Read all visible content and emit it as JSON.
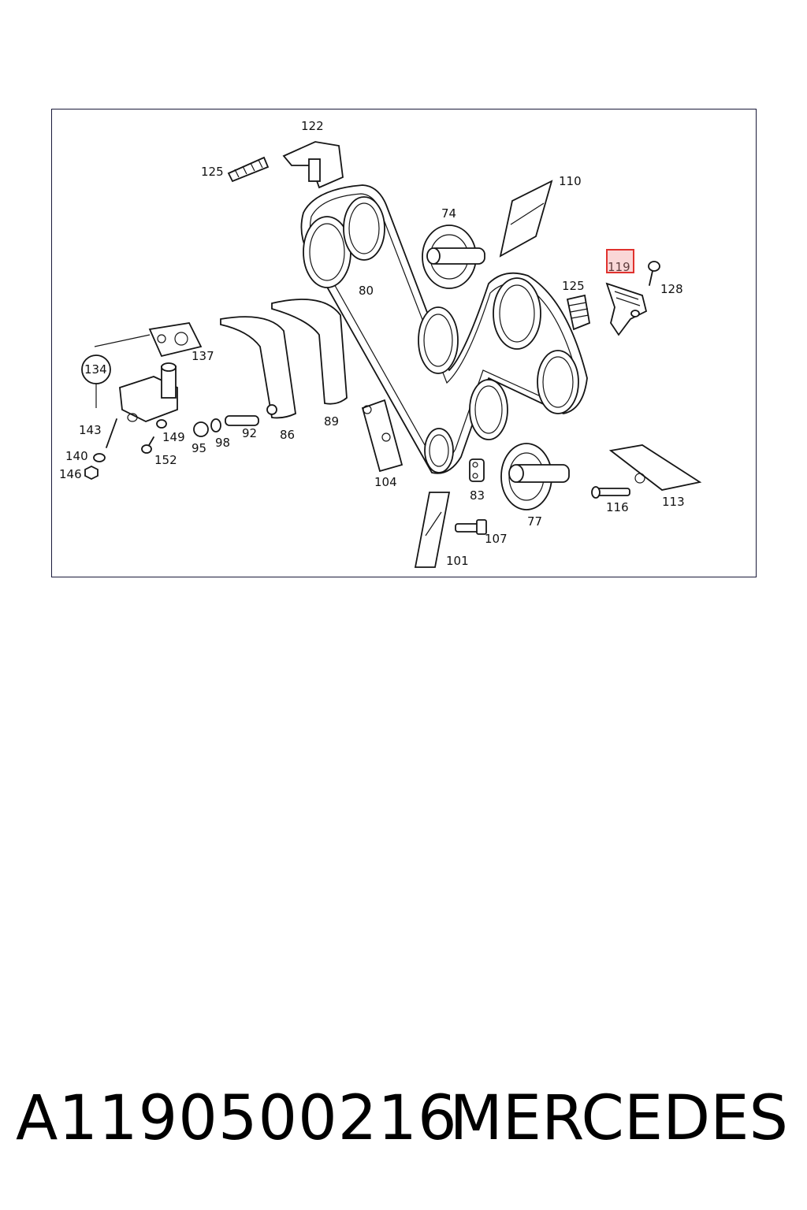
{
  "diagram": {
    "labels": {
      "l122": "122",
      "l125a": "125",
      "l110": "110",
      "l74": "74",
      "l119": "119",
      "l128": "128",
      "l125b": "125",
      "l80": "80",
      "l137": "137",
      "l134": "134",
      "l143": "143",
      "l149": "149",
      "l95": "95",
      "l98": "98",
      "l92": "92",
      "l86": "86",
      "l89": "89",
      "l140": "140",
      "l152": "152",
      "l146": "146",
      "l104": "104",
      "l83": "83",
      "l77": "77",
      "l116": "116",
      "l113": "113",
      "l107": "107",
      "l101": "101"
    },
    "highlighted_part": "119",
    "highlight_color": "#e0322e"
  },
  "footer": {
    "part_number": "A1190500216",
    "brand": "MERCEDES"
  }
}
